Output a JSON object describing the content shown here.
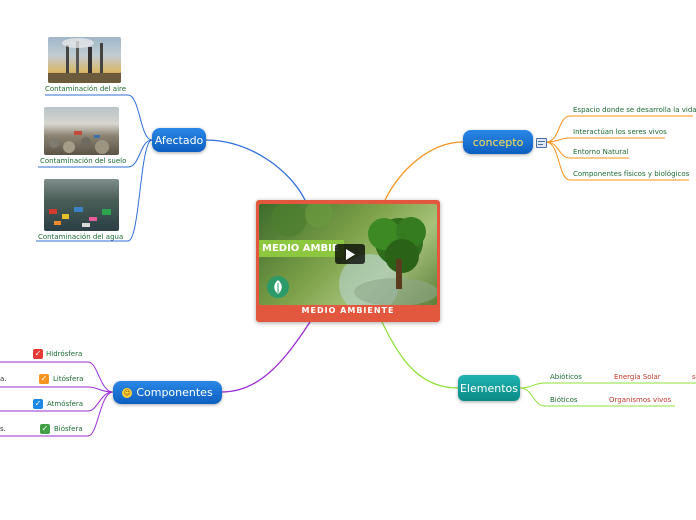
{
  "central": {
    "title": "MEDIO AMBIENTE",
    "banner_text": "MEDIO AMBIE"
  },
  "afectado": {
    "label": "Afectado",
    "items": [
      {
        "label": "Contaminación del aire"
      },
      {
        "label": "Contaminación del suelo"
      },
      {
        "label": "Contaminación del  agua"
      }
    ]
  },
  "concepto": {
    "label": "concepto",
    "items": [
      "Espacio donde se desarrolla la vida",
      "Interactúan los seres vivos",
      "Entorno Natural",
      "Componentes físicos y biológicos"
    ]
  },
  "componentes": {
    "label": "Componentes",
    "items": [
      {
        "label": "Hidrósfera",
        "check_color": "#e53935",
        "left_text": ""
      },
      {
        "label": "Litósfera",
        "check_color": "#f7931e",
        "left_text": "a."
      },
      {
        "label": "Atmósfera",
        "check_color": "#1e88e5",
        "left_text": ""
      },
      {
        "label": "Biósfera",
        "check_color": "#43a047",
        "left_text": "s."
      }
    ]
  },
  "elementos": {
    "label": "Elementos",
    "abioticos": "Abióticos",
    "energia": "Energía Solar",
    "energia_cut": "s",
    "bioticos": "Bióticos",
    "organismos": "Organismos vivos"
  },
  "colors": {
    "afectado_line": "#2f6fd6",
    "concepto_line": "#f7931e",
    "componentes_line": "#9b2dd6",
    "elementos_line": "#8fe03a",
    "red_text": "#c0392b",
    "green_text": "#1b6b32"
  }
}
